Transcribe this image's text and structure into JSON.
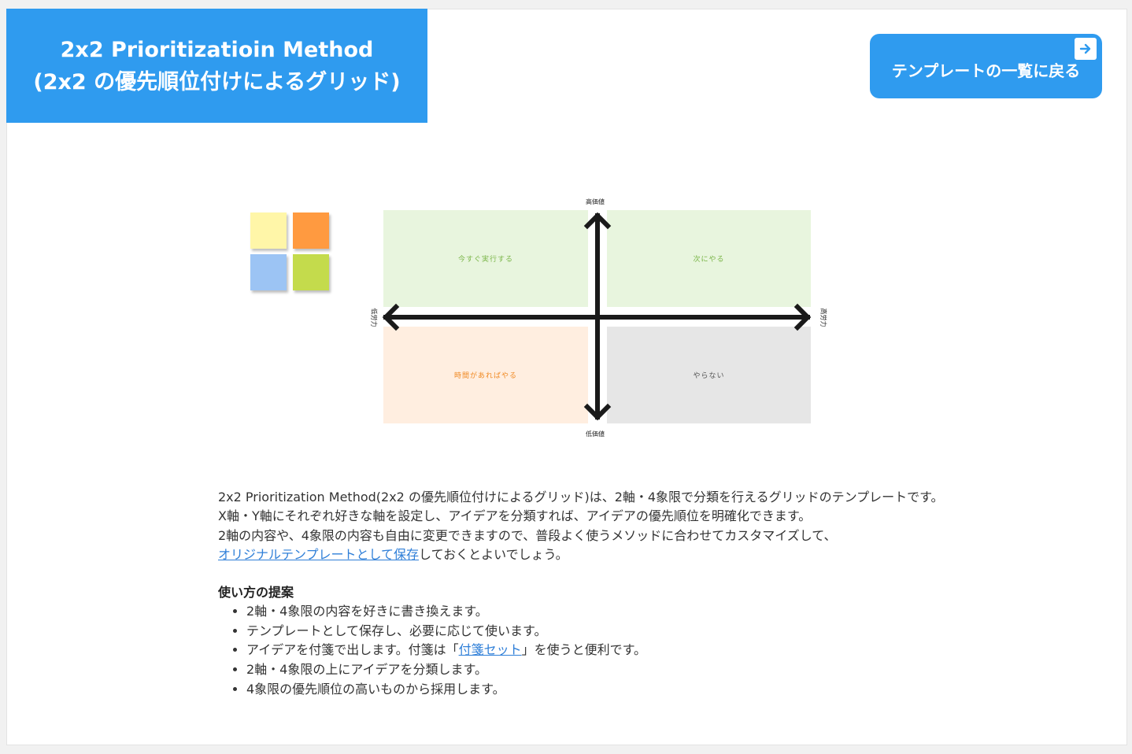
{
  "header": {
    "title_line1": "2x2 Prioritizatioin Method",
    "title_line2": "(2x2 の優先順位付けによるグリッド)",
    "back_button_label": "テンプレートの一覧に戻る",
    "back_button_icon": "arrow-right-icon"
  },
  "sticky_notes_icon": {
    "colors": [
      "#fff6a8",
      "#ff9a40",
      "#9cc4f4",
      "#c4db4c"
    ]
  },
  "grid": {
    "quadrants": [
      {
        "label": "今すぐ実行する",
        "bg": "#e8f5de",
        "color": "#7ab548"
      },
      {
        "label": "次にやる",
        "bg": "#e8f5de",
        "color": "#7ab548"
      },
      {
        "label": "時間があればやる",
        "bg": "#ffeee0",
        "color": "#f08a24"
      },
      {
        "label": "やらない",
        "bg": "#e6e6e6",
        "color": "#555555"
      }
    ],
    "axis_top": "高価値",
    "axis_bottom": "低価値",
    "axis_left": "低労力",
    "axis_right": "高労力"
  },
  "description": {
    "line1": "2x2 Prioritization Method(2x2 の優先順位付けによるグリッド)は、2軸・4象限で分類を行えるグリッドのテンプレートです。",
    "line2": "X軸・Y軸にそれぞれ好きな軸を設定し、アイデアを分類すれば、アイデアの優先順位を明確化できます。",
    "line3": "2軸の内容や、4象限の内容も自由に変更できますので、普段よく使うメソッドに合わせてカスタマイズして、",
    "line4_link": "オリジナルテンプレートとして保存",
    "line4_rest": "しておくとよいでしょう。"
  },
  "usage": {
    "heading": "使い方の提案",
    "item1": "2軸・4象限の内容を好きに書き換えます。",
    "item2": "テンプレートとして保存し、必要に応じて使います。",
    "item3_before": "アイデアを付箋で出します。付箋は「",
    "item3_link": "付箋セット",
    "item3_after": "」を使うと便利です。",
    "item4": "2軸・4象限の上にアイデアを分類します。",
    "item5": "4象限の優先順位の高いものから採用します。"
  }
}
